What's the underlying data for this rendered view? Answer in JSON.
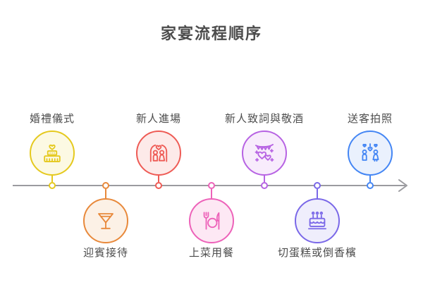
{
  "title": "家宴流程順序",
  "timeline": {
    "direction": "left-to-right",
    "line_color": "#9b9b9f",
    "text_color": "#4c4c4c",
    "items": [
      {
        "label": "婚禮儀式",
        "position": "above",
        "icon": "wedding-cake-icon",
        "color": "#e5c91e",
        "fill": "#fcf9e3"
      },
      {
        "label": "迎賓接待",
        "position": "below",
        "icon": "cocktail-icon",
        "color": "#e8893b",
        "fill": "#fcf1e6"
      },
      {
        "label": "新人進場",
        "position": "above",
        "icon": "couple-arch-icon",
        "color": "#ee5b55",
        "fill": "#fdeae9"
      },
      {
        "label": "上菜用餐",
        "position": "below",
        "icon": "cutlery-plate-icon",
        "color": "#ed62b9",
        "fill": "#fde8f4"
      },
      {
        "label": "新人致詞與敬酒",
        "position": "above",
        "icon": "party-hearts-icon",
        "color": "#b763e3",
        "fill": "#f8ecfc"
      },
      {
        "label": "切蛋糕或倒香檳",
        "position": "below",
        "icon": "birthday-cake-icon",
        "color": "#7a68e8",
        "fill": "#efeefc"
      },
      {
        "label": "送客拍照",
        "position": "above",
        "icon": "couple-hearts-icon",
        "color": "#4486f4",
        "fill": "#eaf1fd"
      }
    ]
  }
}
